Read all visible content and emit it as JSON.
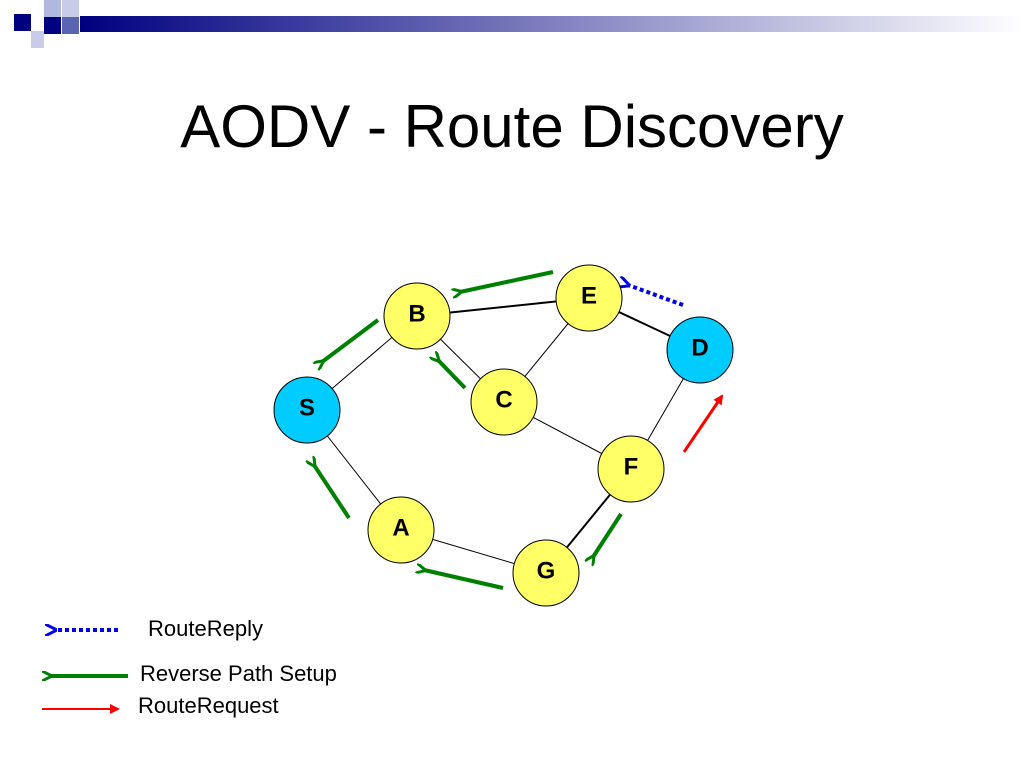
{
  "title": "AODV - Route Discovery",
  "colors": {
    "source_dest_fill": "#00ccff",
    "intermediate_fill": "#ffff66",
    "node_stroke": "#000000",
    "reply_arrow": "#0000ee",
    "reverse_path_arrow": "#008000",
    "request_arrow": "#ff0000",
    "header_bar": "#000080"
  },
  "nodes": [
    {
      "id": "S",
      "label": "S",
      "role": "source"
    },
    {
      "id": "A",
      "label": "A",
      "role": "intermediate"
    },
    {
      "id": "B",
      "label": "B",
      "role": "intermediate"
    },
    {
      "id": "C",
      "label": "C",
      "role": "intermediate"
    },
    {
      "id": "E",
      "label": "E",
      "role": "intermediate"
    },
    {
      "id": "F",
      "label": "F",
      "role": "intermediate"
    },
    {
      "id": "G",
      "label": "G",
      "role": "intermediate"
    },
    {
      "id": "D",
      "label": "D",
      "role": "destination"
    }
  ],
  "links": [
    [
      "S",
      "B"
    ],
    [
      "S",
      "A"
    ],
    [
      "B",
      "E"
    ],
    [
      "B",
      "C"
    ],
    [
      "C",
      "E"
    ],
    [
      "E",
      "D"
    ],
    [
      "C",
      "F"
    ],
    [
      "F",
      "D"
    ],
    [
      "F",
      "G"
    ],
    [
      "A",
      "G"
    ]
  ],
  "legend": {
    "route_reply": "RouteReply",
    "reverse_path_setup": "Reverse Path Setup",
    "route_request": "RouteRequest"
  }
}
